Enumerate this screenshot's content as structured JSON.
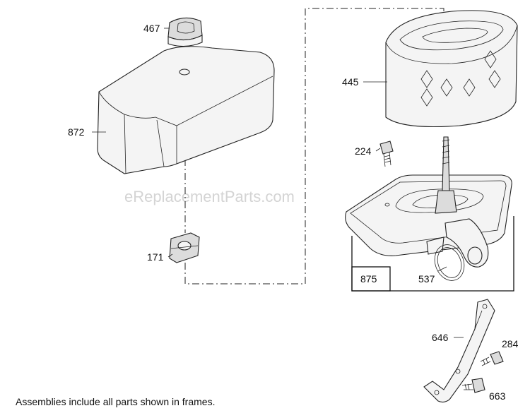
{
  "watermark": "eReplacementParts.com",
  "footnote": "Assemblies include all parts shown in frames.",
  "callouts": {
    "p467": "467",
    "p872": "872",
    "p171": "171",
    "p445": "445",
    "p224": "224",
    "p875": "875",
    "p537": "537",
    "p646": "646",
    "p284": "284",
    "p663": "663"
  }
}
